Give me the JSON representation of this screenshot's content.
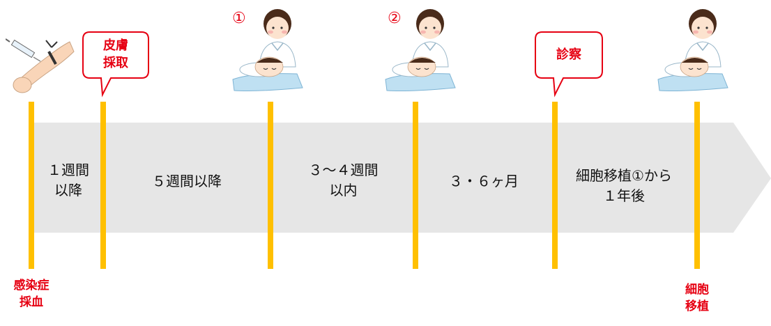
{
  "timeline": {
    "periods": [
      {
        "line1": "１週間",
        "line2": "以降"
      },
      {
        "line1": "５週間以降",
        "line2": ""
      },
      {
        "line1": "３～４週間",
        "line2": "以内"
      },
      {
        "line1": "３・６ヶ月",
        "line2": ""
      },
      {
        "line1": "細胞移植①から",
        "line2": "１年後"
      }
    ],
    "bottom_labels": {
      "blood_test": {
        "line1": "感染症",
        "line2": "採血"
      },
      "transplant": {
        "line1": "細胞",
        "line2": "移植"
      }
    },
    "callouts": {
      "skin": {
        "line1": "皮膚",
        "line2": "採取"
      },
      "exam": {
        "line1": "診察"
      }
    },
    "step_numbers": [
      "①",
      "②"
    ],
    "icons": [
      "blood-draw-icon",
      "nurse-patient-icon"
    ],
    "colors": {
      "band": "#E6E6E6",
      "line": "#FFC000",
      "accent_red": "#E60012"
    }
  }
}
